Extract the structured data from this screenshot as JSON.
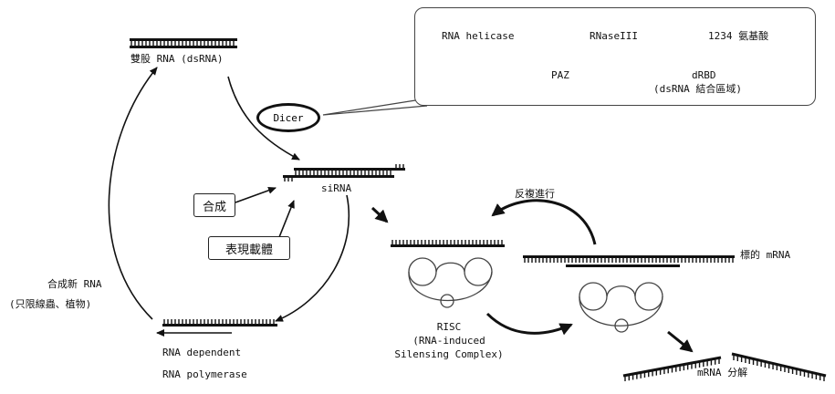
{
  "labels": {
    "dsrna": "雙股 RNA (dsRNA)",
    "dicer": "Dicer",
    "domain_helicase": "RNA helicase",
    "domain_rnase": "RNaseIII",
    "domain_length": "1234 氨基酸",
    "domain_paz": "PAZ",
    "domain_drbd": "dRBD",
    "domain_drbd_note": "(dsRNA 結合區域)",
    "synthesis": "合成",
    "expression_vector": "表現載體",
    "sirna": "siRNA",
    "repeat": "反複進行",
    "target_mrna": "標的 mRNA",
    "risc": "RISC",
    "risc_line2": "(RNA-induced",
    "risc_line3": "Silensing Complex)",
    "mrna_degradation": "mRNA 分解",
    "new_rna_line1": "合成新 RNA",
    "new_rna_line2": "(只限線蟲、植物)",
    "rdrp_line1": "RNA dependent",
    "rdrp_line2": "RNA polymerase"
  }
}
